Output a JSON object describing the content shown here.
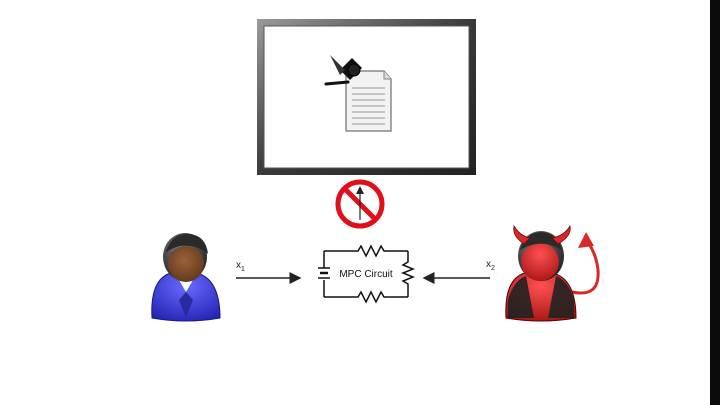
{
  "circuit": {
    "label": "MPC Circuit"
  },
  "inputs": {
    "honest": {
      "name": "x",
      "sub": "1"
    },
    "adversary": {
      "name": "x",
      "sub": "2"
    }
  },
  "icons": {
    "board": "whiteboard-icon",
    "pinned_document": "pinned-document-icon",
    "prohibited": "no-upload-icon",
    "honest_party": "honest-user-icon",
    "adversary_party": "devil-user-icon"
  },
  "colors": {
    "prohibition_red": "#e0101a",
    "honest_shirt": "#3a3ad8",
    "devil_red": "#d8282a",
    "skin": "#7a4a2a"
  }
}
